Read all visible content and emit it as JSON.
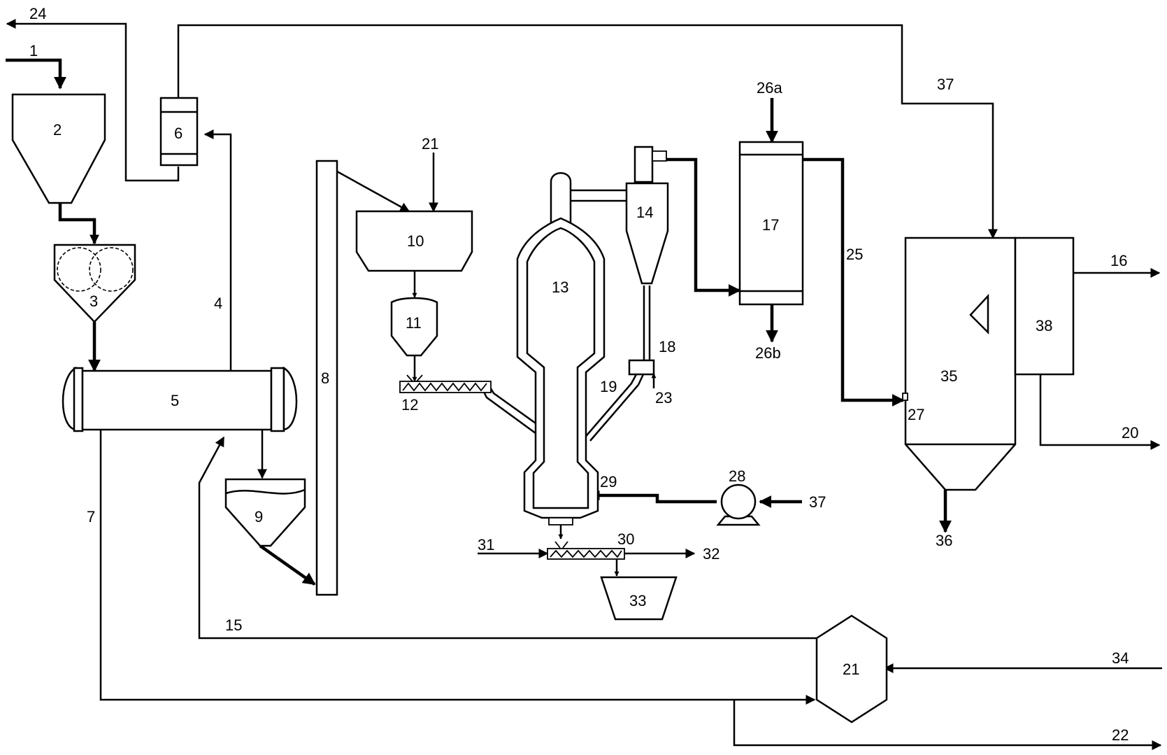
{
  "diagram": {
    "labels": {
      "n1": "1",
      "n2": "2",
      "n3": "3",
      "n4": "4",
      "n5": "5",
      "n6": "6",
      "n7": "7",
      "n8": "8",
      "n9": "9",
      "n10": "10",
      "n11": "11",
      "n12": "12",
      "n13": "13",
      "n14": "14",
      "n15": "15",
      "n16": "16",
      "n17": "17",
      "n18": "18",
      "n19": "19",
      "n20": "20",
      "n21a": "21",
      "n21b": "21",
      "n22": "22",
      "n23": "23",
      "n24": "24",
      "n25": "25",
      "n26a": "26a",
      "n26b": "26b",
      "n27": "27",
      "n28": "28",
      "n29": "29",
      "n30": "30",
      "n31": "31",
      "n32": "32",
      "n33": "33",
      "n34": "34",
      "n35": "35",
      "n36": "36",
      "n37a": "37",
      "n37b": "37",
      "n38": "38"
    }
  }
}
